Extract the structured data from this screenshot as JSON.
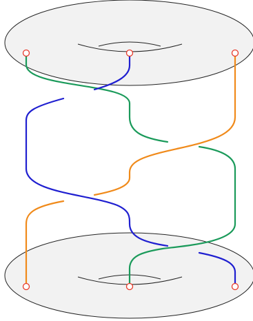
{
  "colors": {
    "background": "#ffffff",
    "surface_fill": "#f2f2f2",
    "outline": "#222222",
    "endpoint": "#e8392a",
    "strand_blue": "#1f1fd0",
    "strand_green": "#1a9a5a",
    "strand_orange": "#f08a1a"
  },
  "diagram": {
    "type": "braid between two genus-one surfaces (tori)",
    "top_surface": {
      "endpoints": 3
    },
    "bottom_surface": {
      "endpoints": 3
    },
    "strands": [
      {
        "name": "blue-strand",
        "color": "strand_blue",
        "from": "top-middle",
        "to": "bottom-right"
      },
      {
        "name": "green-strand",
        "color": "strand_green",
        "from": "top-left",
        "to": "bottom-middle"
      },
      {
        "name": "orange-strand",
        "color": "strand_orange",
        "from": "top-right",
        "to": "bottom-left"
      }
    ]
  }
}
